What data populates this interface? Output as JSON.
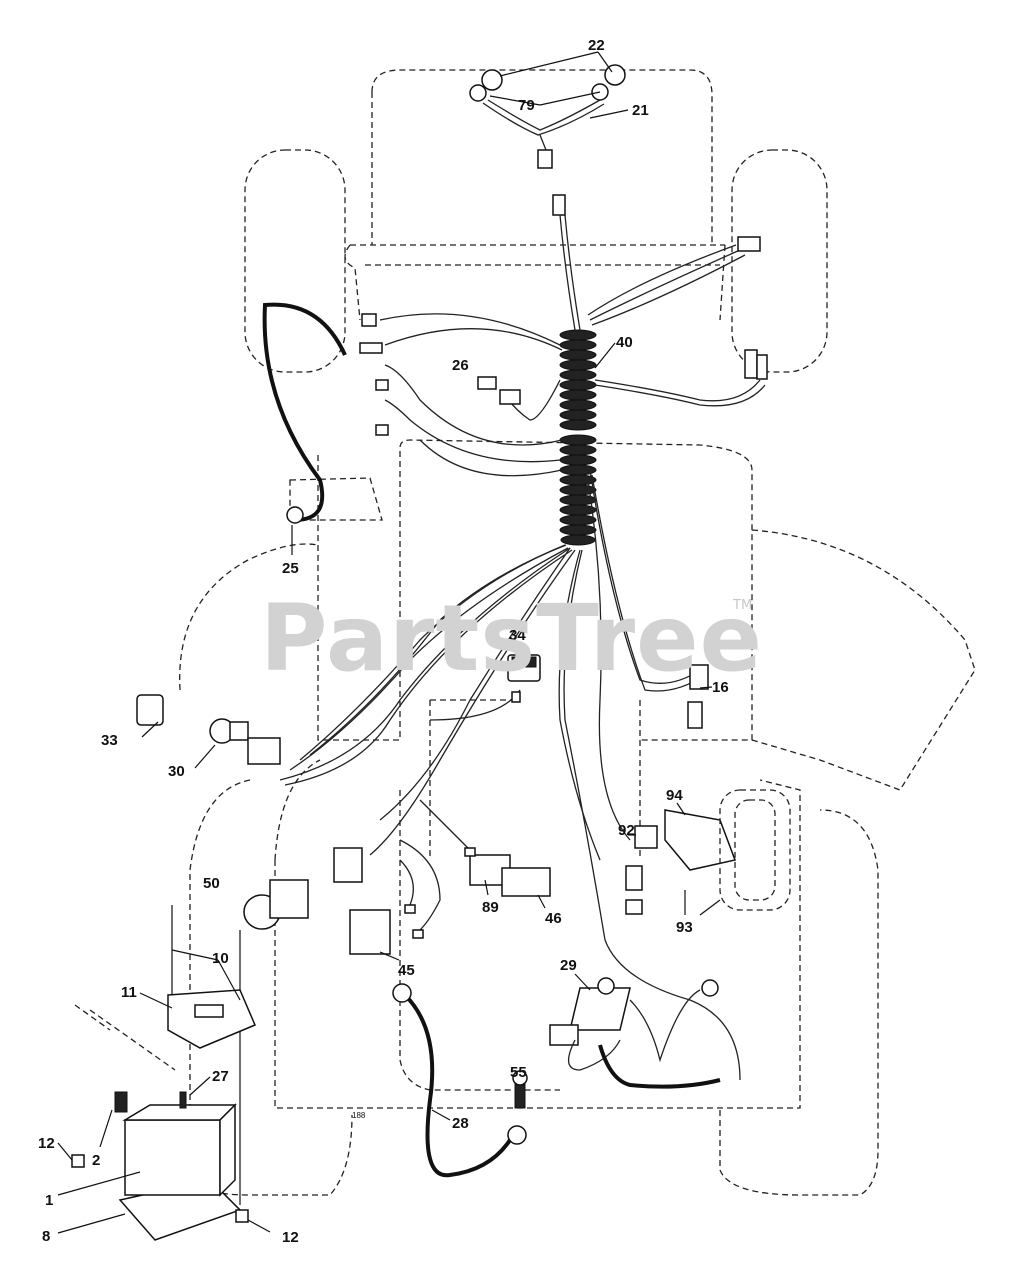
{
  "watermark": {
    "brand": "PartsTree",
    "trademark": "TM"
  },
  "drawing_code": "188",
  "callouts": [
    {
      "id": "c22",
      "label": "22"
    },
    {
      "id": "c79",
      "label": "79"
    },
    {
      "id": "c21",
      "label": "21"
    },
    {
      "id": "c40",
      "label": "40"
    },
    {
      "id": "c26",
      "label": "26"
    },
    {
      "id": "c25",
      "label": "25"
    },
    {
      "id": "c34",
      "label": "34"
    },
    {
      "id": "c16",
      "label": "16"
    },
    {
      "id": "c33",
      "label": "33"
    },
    {
      "id": "c30",
      "label": "30"
    },
    {
      "id": "c92",
      "label": "92"
    },
    {
      "id": "c94",
      "label": "94"
    },
    {
      "id": "c50",
      "label": "50"
    },
    {
      "id": "c89",
      "label": "89"
    },
    {
      "id": "c46",
      "label": "46"
    },
    {
      "id": "c93",
      "label": "93"
    },
    {
      "id": "c10",
      "label": "10"
    },
    {
      "id": "c45",
      "label": "45"
    },
    {
      "id": "c29",
      "label": "29"
    },
    {
      "id": "c11",
      "label": "11"
    },
    {
      "id": "c27",
      "label": "27"
    },
    {
      "id": "c55",
      "label": "55"
    },
    {
      "id": "c28",
      "label": "28"
    },
    {
      "id": "c12a",
      "label": "12"
    },
    {
      "id": "c2",
      "label": "2"
    },
    {
      "id": "c1",
      "label": "1"
    },
    {
      "id": "c8",
      "label": "8"
    },
    {
      "id": "c12b",
      "label": "12"
    }
  ]
}
